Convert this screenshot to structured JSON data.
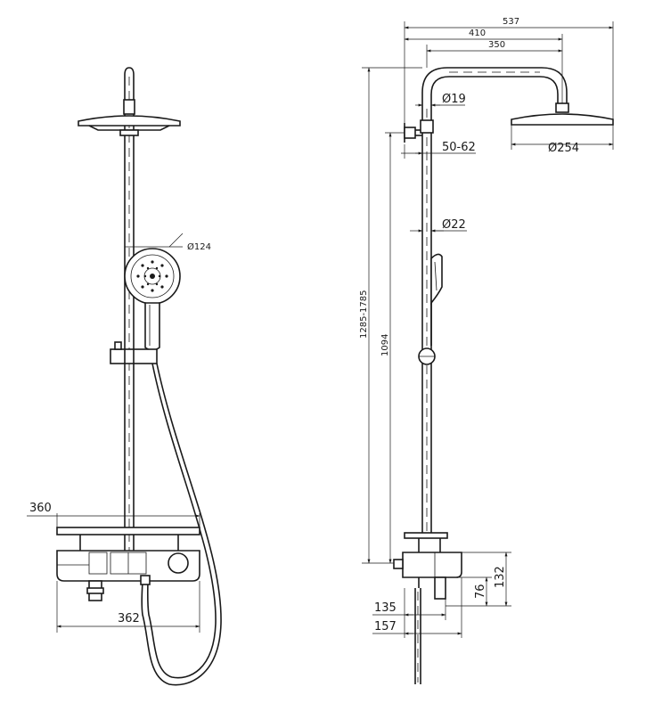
{
  "front_view": {
    "shelf_width": "360",
    "body_width": "362",
    "hand_shower_diameter": "Ø124"
  },
  "side_view": {
    "total_depth": "537",
    "arm_depth": "410",
    "arm_length": "350",
    "arm_tube_diameter": "Ø19",
    "bracket_adjust": "50-62",
    "head_diameter": "Ø254",
    "riser_diameter": "Ø22",
    "height_range": "1285-1785",
    "riser_height": "1094",
    "mixer_height": "132",
    "spout_height": "76",
    "spout_projection": "135",
    "mixer_projection": "157"
  }
}
